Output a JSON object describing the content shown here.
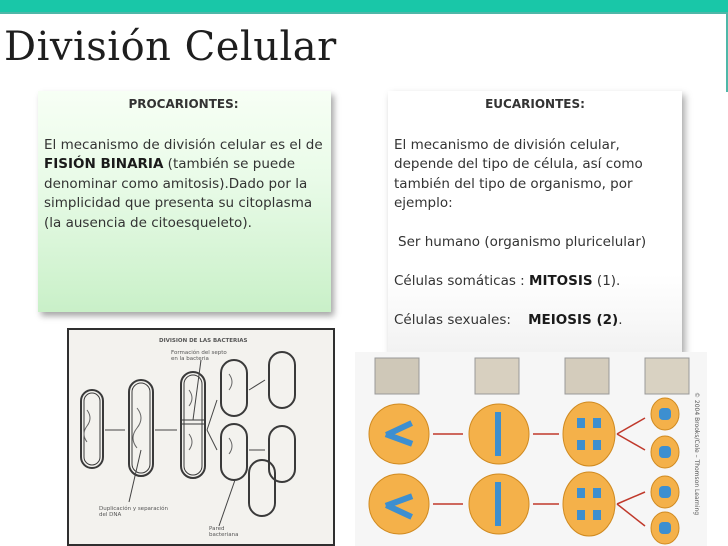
{
  "slide": {
    "title": "División Celular",
    "accent_color": "#19c7a8"
  },
  "prokaryotes": {
    "heading": "PROCARIONTES:",
    "text_before": "El mecanismo de división celular es el de ",
    "highlight": "FISIÓN BINARIA",
    "text_after": " (también se puede denominar como amitosis).Dado por la simplicidad que presenta su citoplasma (la ausencia de citoesqueleto)."
  },
  "eukaryotes": {
    "heading": "EUCARIONTES:",
    "intro": "El mecanismo de división celular, depende del tipo de célula, así como también del tipo de organismo, por ejemplo:",
    "example": "Ser humano (organismo pluricelular)",
    "somatic_label": "Células somáticas : ",
    "somatic_term": "MITOSIS",
    "somatic_ref": " (1).",
    "sex_label": "Células sexuales:    ",
    "sex_term": "MEIOSIS (2)",
    "sex_end": "."
  },
  "bacteria_figure": {
    "caption_title": "DIVISION DE LAS BACTERIAS",
    "label_septum": "Formación del septo en la bacteria",
    "label_dna": "Duplicación y separación del DNA",
    "label_wall": "Pared bacteriana"
  },
  "mitosis_figure": {
    "copyright": "© 2004 Brooks/Cole – Thomson Learning",
    "icon": "mitosis-stages-image"
  }
}
